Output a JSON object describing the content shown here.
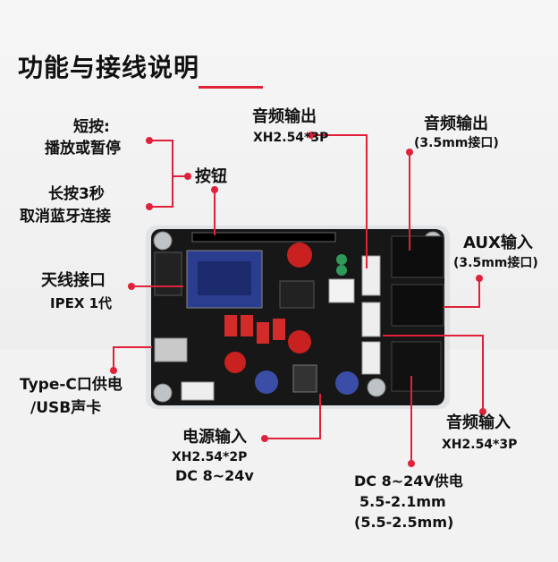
{
  "title": "功能与接线说明",
  "labels": {
    "short_press_title": "短按:",
    "short_press_desc": "播放或暂停",
    "long_press_title": "长按3秒",
    "long_press_desc": "取消蓝牙连接",
    "button": "按钮",
    "antenna_title": "天线接口",
    "antenna_desc": "IPEX 1代",
    "typec_title": "Type-C口供电",
    "typec_desc": "/USB声卡",
    "audio_out_title": "音频输出",
    "audio_out_desc": "XH2.54*3P",
    "audio_out_jack_title": "音频输出",
    "audio_out_jack_desc": "(3.5mm接口)",
    "aux_in_title": "AUX输入",
    "aux_in_desc": "(3.5mm接口)",
    "audio_in_title": "音频输入",
    "audio_in_desc": "XH2.54*3P",
    "power_in_title": "电源输入",
    "power_in_desc1": "XH2.54*2P",
    "power_in_desc2": "DC 8~24v",
    "dc_title": "DC 8~24V供电",
    "dc_desc1": "5.5-2.1mm",
    "dc_desc2": "(5.5-2.5mm)"
  },
  "colors": {
    "accent": "#e0213a",
    "board": "#161616"
  }
}
